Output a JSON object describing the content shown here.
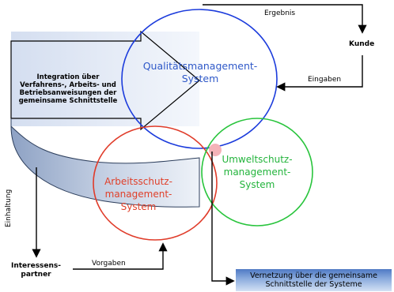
{
  "diagram": {
    "integration_text": [
      "Integration über",
      "Verfahrens-, Arbeits- und",
      "Betriebsanweisungen der",
      "gemeinsame Schnittstelle"
    ],
    "qms": {
      "lines": [
        "Qualitätsmanagement-",
        "System"
      ],
      "color": "#2e58c8"
    },
    "ass": {
      "lines": [
        "Arbeitsschutz-",
        "management-",
        "System"
      ],
      "color": "#e0402a"
    },
    "ums": {
      "lines": [
        "Umweltschutz-",
        "management-",
        "System"
      ],
      "color": "#23b43c"
    },
    "kunde": "Kunde",
    "ergebnis": "Ergebnis",
    "eingaben": "Eingaben",
    "einhaltung": "Einhaltung",
    "interessenspartner": [
      "Interessens-",
      "partner"
    ],
    "vorgaben": "Vorgaben",
    "vernetzung": [
      "Vernetzung über die gemeinsame",
      "Schnittstelle der Systeme"
    ]
  }
}
